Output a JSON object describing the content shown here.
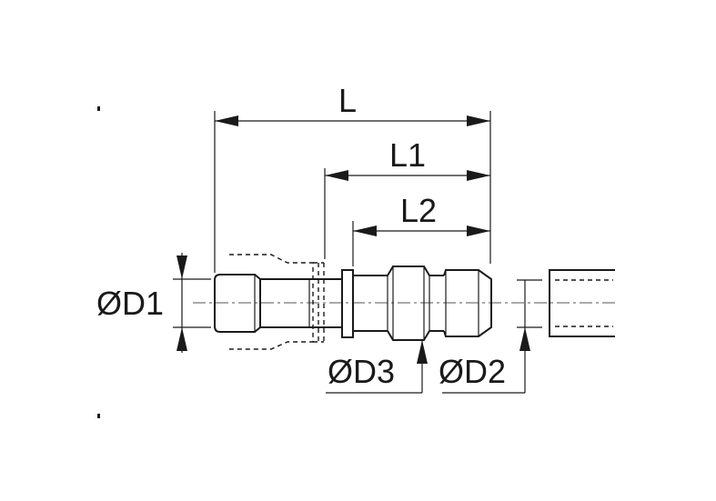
{
  "dimensions": {
    "L": "L",
    "L1": "L1",
    "L2": "L2",
    "D1": "ØD1",
    "D2": "ØD2",
    "D3": "ØD3"
  },
  "colors": {
    "ink": "#1a1a1a",
    "background": "#ffffff"
  }
}
